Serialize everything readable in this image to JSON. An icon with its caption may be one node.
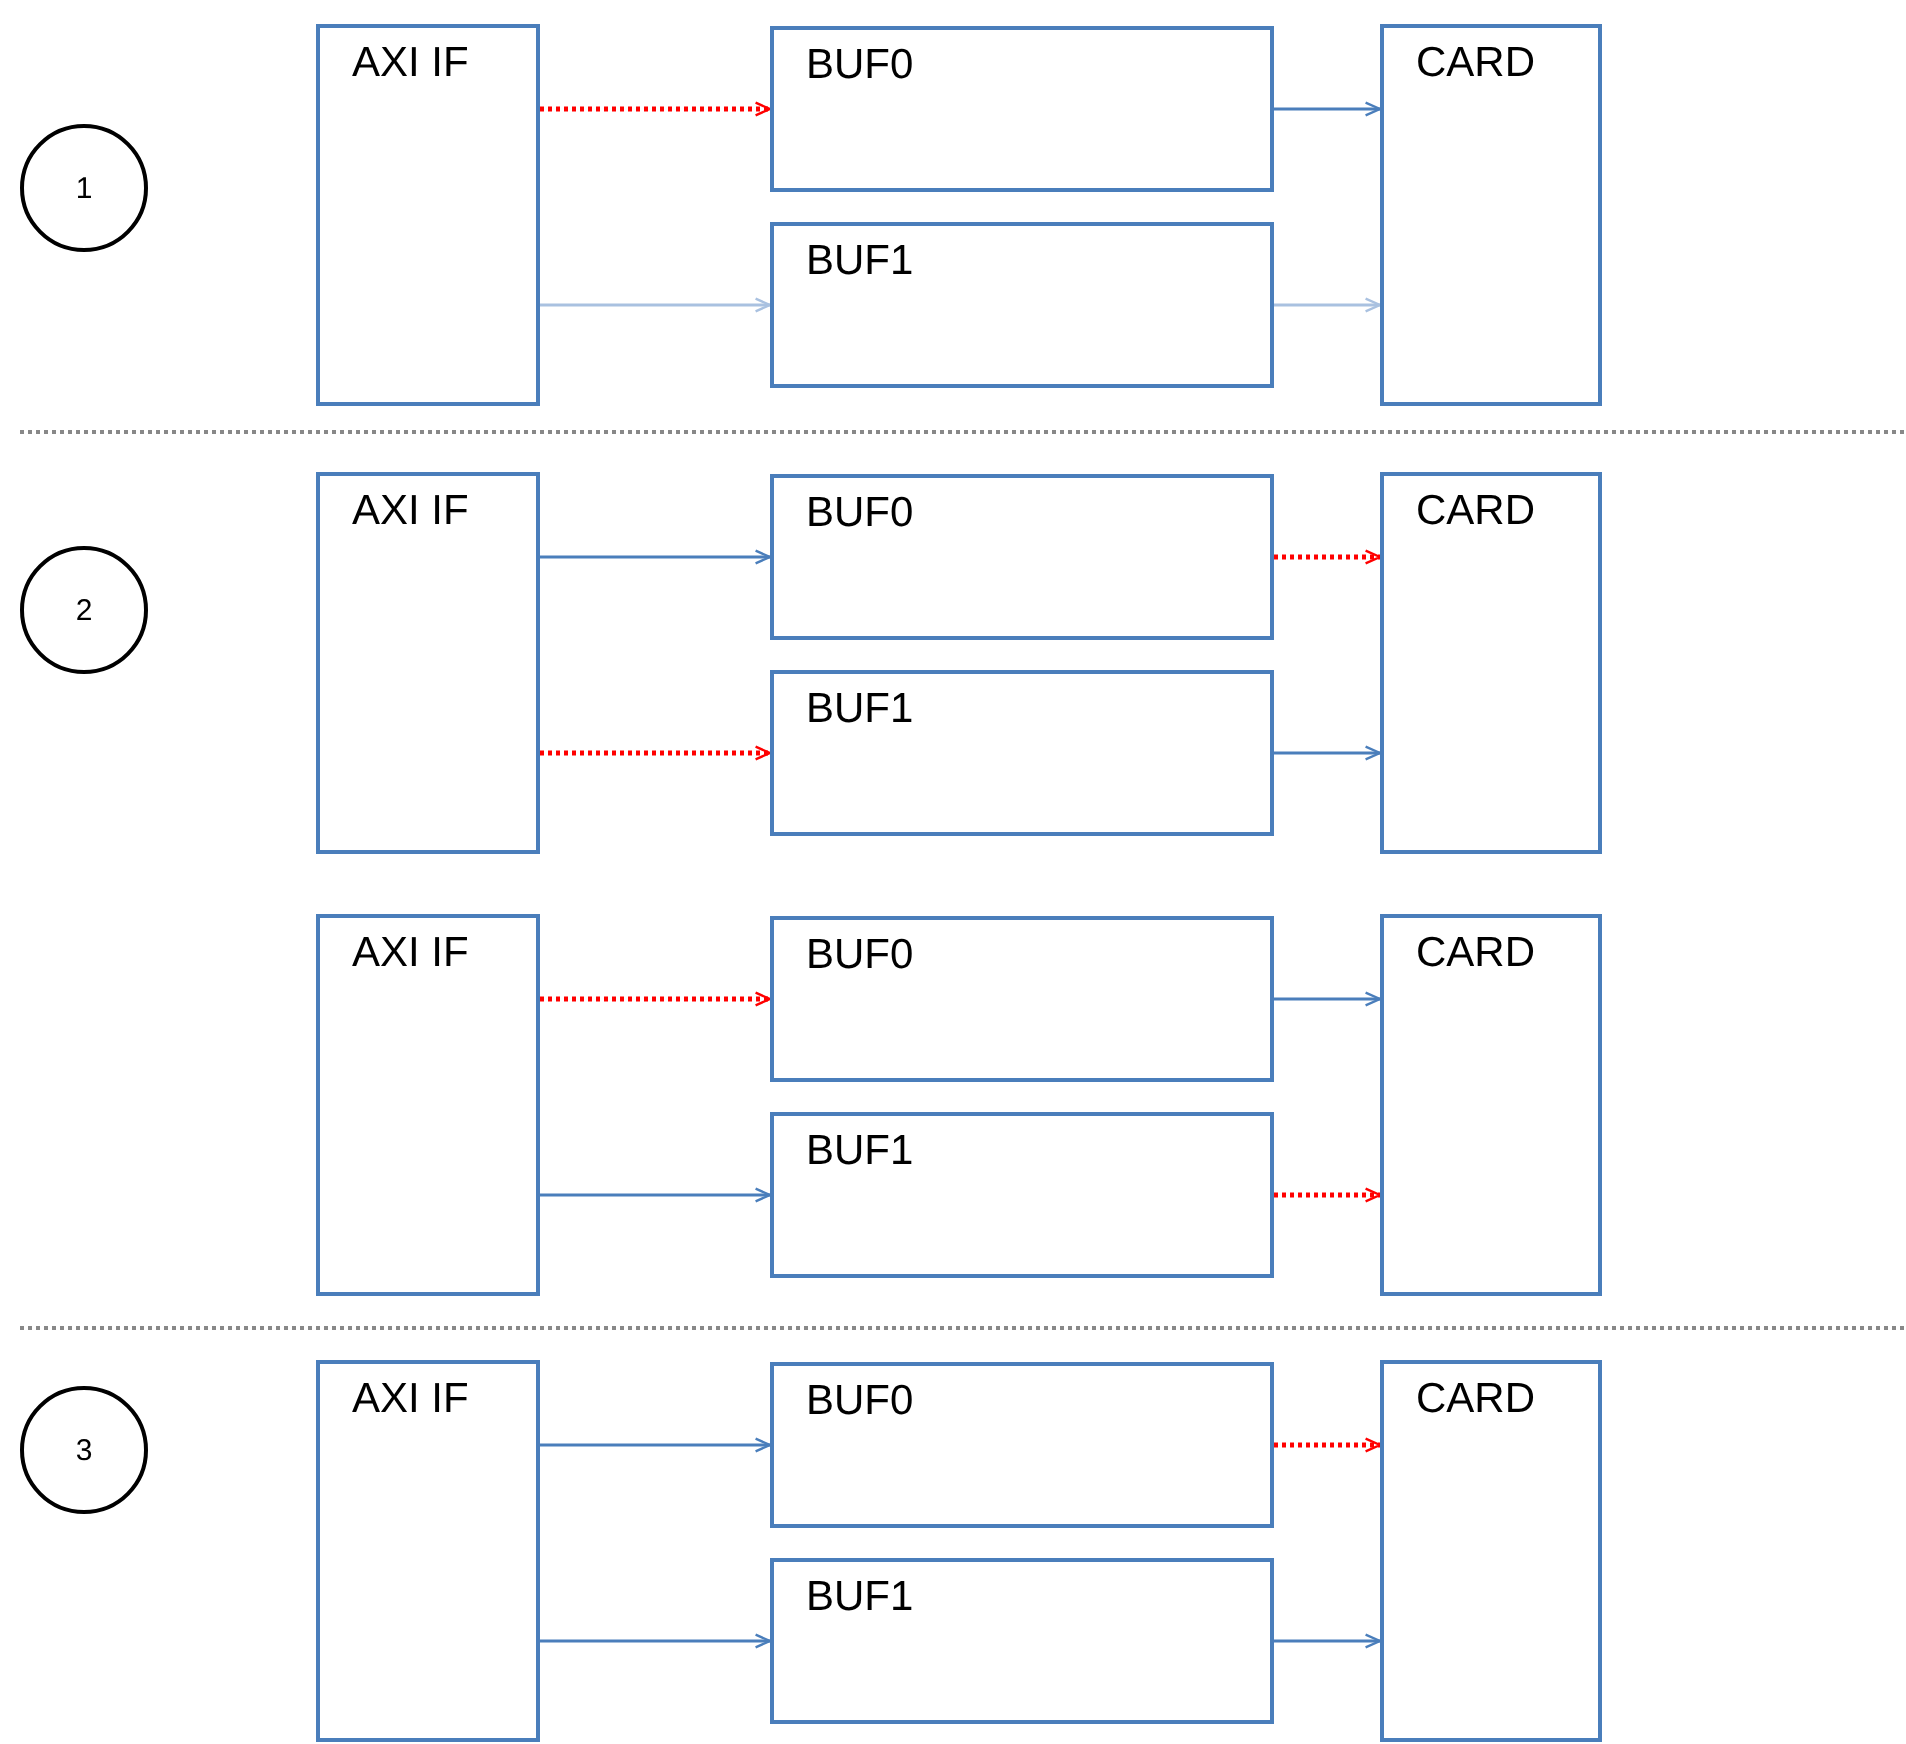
{
  "diagram": {
    "nodes": [
      {
        "text": [
          "1"
        ]
      },
      {
        "text": [
          "AXI IF"
        ]
      },
      {
        "text": [
          "BUF0"
        ]
      },
      {
        "text": [
          "BUF1"
        ]
      },
      {
        "text": [
          "CARD"
        ]
      },
      {
        "text": [
          "2"
        ]
      },
      {
        "text": [
          "AXI IF"
        ]
      },
      {
        "text": [
          "BUF0"
        ]
      },
      {
        "text": [
          "BUF1"
        ]
      },
      {
        "text": [
          "CARD"
        ]
      },
      {
        "text": [
          "AXI IF"
        ]
      },
      {
        "text": [
          "BUF0"
        ]
      },
      {
        "text": [
          "BUF1"
        ]
      },
      {
        "text": [
          "CARD"
        ]
      },
      {
        "text": [
          "3"
        ]
      },
      {
        "text": [
          "AXI IF"
        ]
      },
      {
        "text": [
          "BUF0"
        ]
      },
      {
        "text": [
          "BUF1"
        ]
      },
      {
        "text": [
          "CARD"
        ]
      }
    ],
    "edges": [
      {
        "from": 1,
        "to": 2,
        "arrow": "to",
        "style": "dashed",
        "color": "#ff0000"
      },
      {
        "from": 1,
        "to": 3,
        "arrow": "to",
        "color": "#a9c1e0"
      },
      {
        "from": 2,
        "to": 4,
        "arrow": "to"
      },
      {
        "from": 3,
        "to": 4,
        "arrow": "to",
        "color": "#a9c1e0"
      },
      {
        "from": 6,
        "to": 7,
        "arrow": "to"
      },
      {
        "from": 6,
        "to": 8,
        "arrow": "to",
        "style": "dashed",
        "color": "#ff0000"
      },
      {
        "from": 7,
        "to": 9,
        "arrow": "to",
        "style": "dashed",
        "color": "#ff0000"
      },
      {
        "from": 8,
        "to": 9,
        "arrow": "to"
      },
      {
        "from": 10,
        "to": 11,
        "arrow": "to",
        "style": "dashed",
        "color": "#ff0000"
      },
      {
        "from": 10,
        "to": 12,
        "arrow": "to"
      },
      {
        "from": 11,
        "to": 13,
        "arrow": "to"
      },
      {
        "from": 12,
        "to": 13,
        "arrow": "to",
        "style": "dashed",
        "color": "#ff0000"
      },
      {
        "from": 15,
        "to": 16,
        "arrow": "to"
      },
      {
        "from": 15,
        "to": 17,
        "arrow": "to"
      },
      {
        "from": 16,
        "to": 18,
        "arrow": "to",
        "style": "dashed",
        "color": "#ff0000"
      },
      {
        "from": 17,
        "to": 18,
        "arrow": "to"
      }
    ]
  }
}
